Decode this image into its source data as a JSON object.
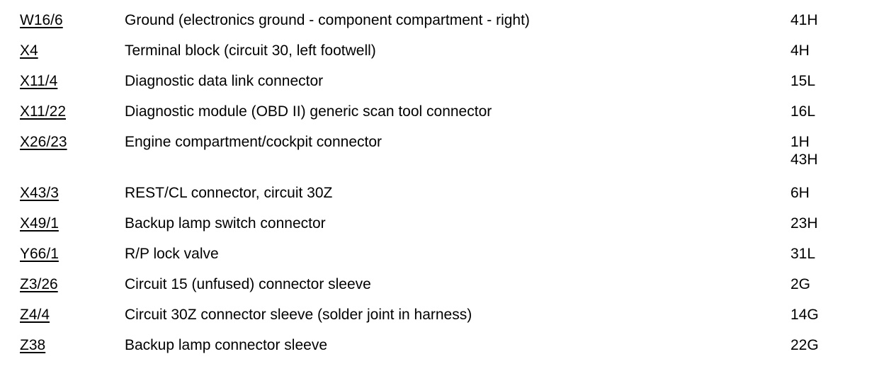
{
  "table": {
    "rows": [
      {
        "code": "W16/6",
        "description": "Ground (electronics ground - component compartment - right)",
        "locations": [
          "41H"
        ]
      },
      {
        "code": "X4",
        "description": "Terminal block (circuit 30, left footwell)",
        "locations": [
          "4H"
        ]
      },
      {
        "code": "X11/4",
        "description": "Diagnostic data link connector",
        "locations": [
          "15L"
        ]
      },
      {
        "code": "X11/22",
        "description": "Diagnostic module (OBD II) generic scan tool connector",
        "locations": [
          "16L"
        ]
      },
      {
        "code": "X26/23",
        "description": "Engine compartment/cockpit connector",
        "locations": [
          "1H",
          "43H"
        ]
      },
      {
        "code": "X43/3",
        "description": "REST/CL connector, circuit 30Z",
        "locations": [
          "6H"
        ]
      },
      {
        "code": "X49/1",
        "description": "Backup lamp switch connector",
        "locations": [
          "23H"
        ]
      },
      {
        "code": "Y66/1",
        "description": "R/P lock valve",
        "locations": [
          "31L"
        ]
      },
      {
        "code": "Z3/26",
        "description": "Circuit 15 (unfused) connector sleeve",
        "locations": [
          "2G"
        ]
      },
      {
        "code": "Z4/4",
        "description": "Circuit 30Z connector sleeve (solder joint in harness)",
        "locations": [
          "14G"
        ]
      },
      {
        "code": "Z38",
        "description": "Backup lamp connector sleeve",
        "locations": [
          "22G"
        ]
      }
    ],
    "colors": {
      "text": "#000000",
      "background": "#ffffff"
    }
  }
}
